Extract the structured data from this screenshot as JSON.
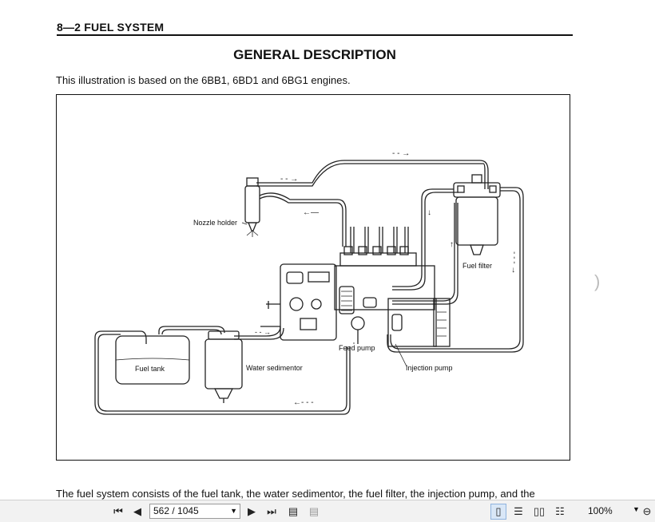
{
  "document": {
    "section_header": "8—2 FUEL SYSTEM",
    "title": "GENERAL DESCRIPTION",
    "intro": "This illustration is based on the 6BB1, 6BD1 and 6BG1 engines.",
    "figure_labels": {
      "nozzle_holder": "Nozzle holder",
      "fuel_filter": "Fuel filter",
      "fuel_tank": "Fuel tank",
      "water_sedimentor": "Water sedimentor",
      "feed_pump": "Feed pump",
      "injection_pump": "Injection pump"
    },
    "body_text": "The fuel system consists of the fuel tank, the water sedimentor, the fuel filter, the injection pump, and the"
  },
  "toolbar": {
    "page_value": "562 / 1045",
    "zoom": "100%",
    "icons": [
      "first-page-icon",
      "prev-page-icon",
      "next-page-icon",
      "last-page-icon",
      "previous-view-icon",
      "next-view-icon",
      "single-page-icon",
      "continuous-icon",
      "facing-icon",
      "continuous-facing-icon",
      "zoom-out-icon"
    ]
  }
}
